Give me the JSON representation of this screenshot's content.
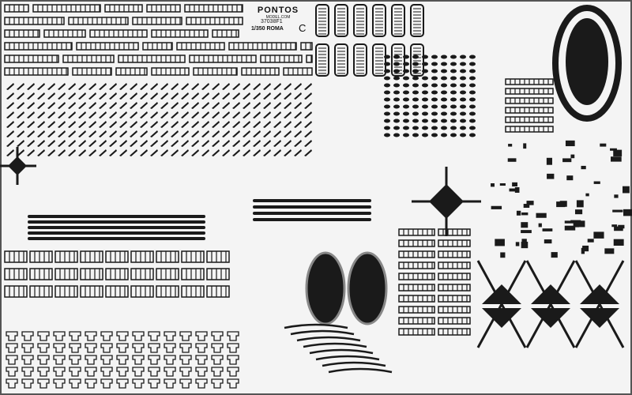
{
  "fret": {
    "brand": "PONTOS",
    "brand_site": "MODEL.COM",
    "product_code": "37038F1",
    "scale_title": "1/350 ROMA",
    "sheet_letter": "C"
  },
  "colors": {
    "metal": "#1a1a1a",
    "background": "#f4f4f4",
    "frame": "#555555"
  }
}
